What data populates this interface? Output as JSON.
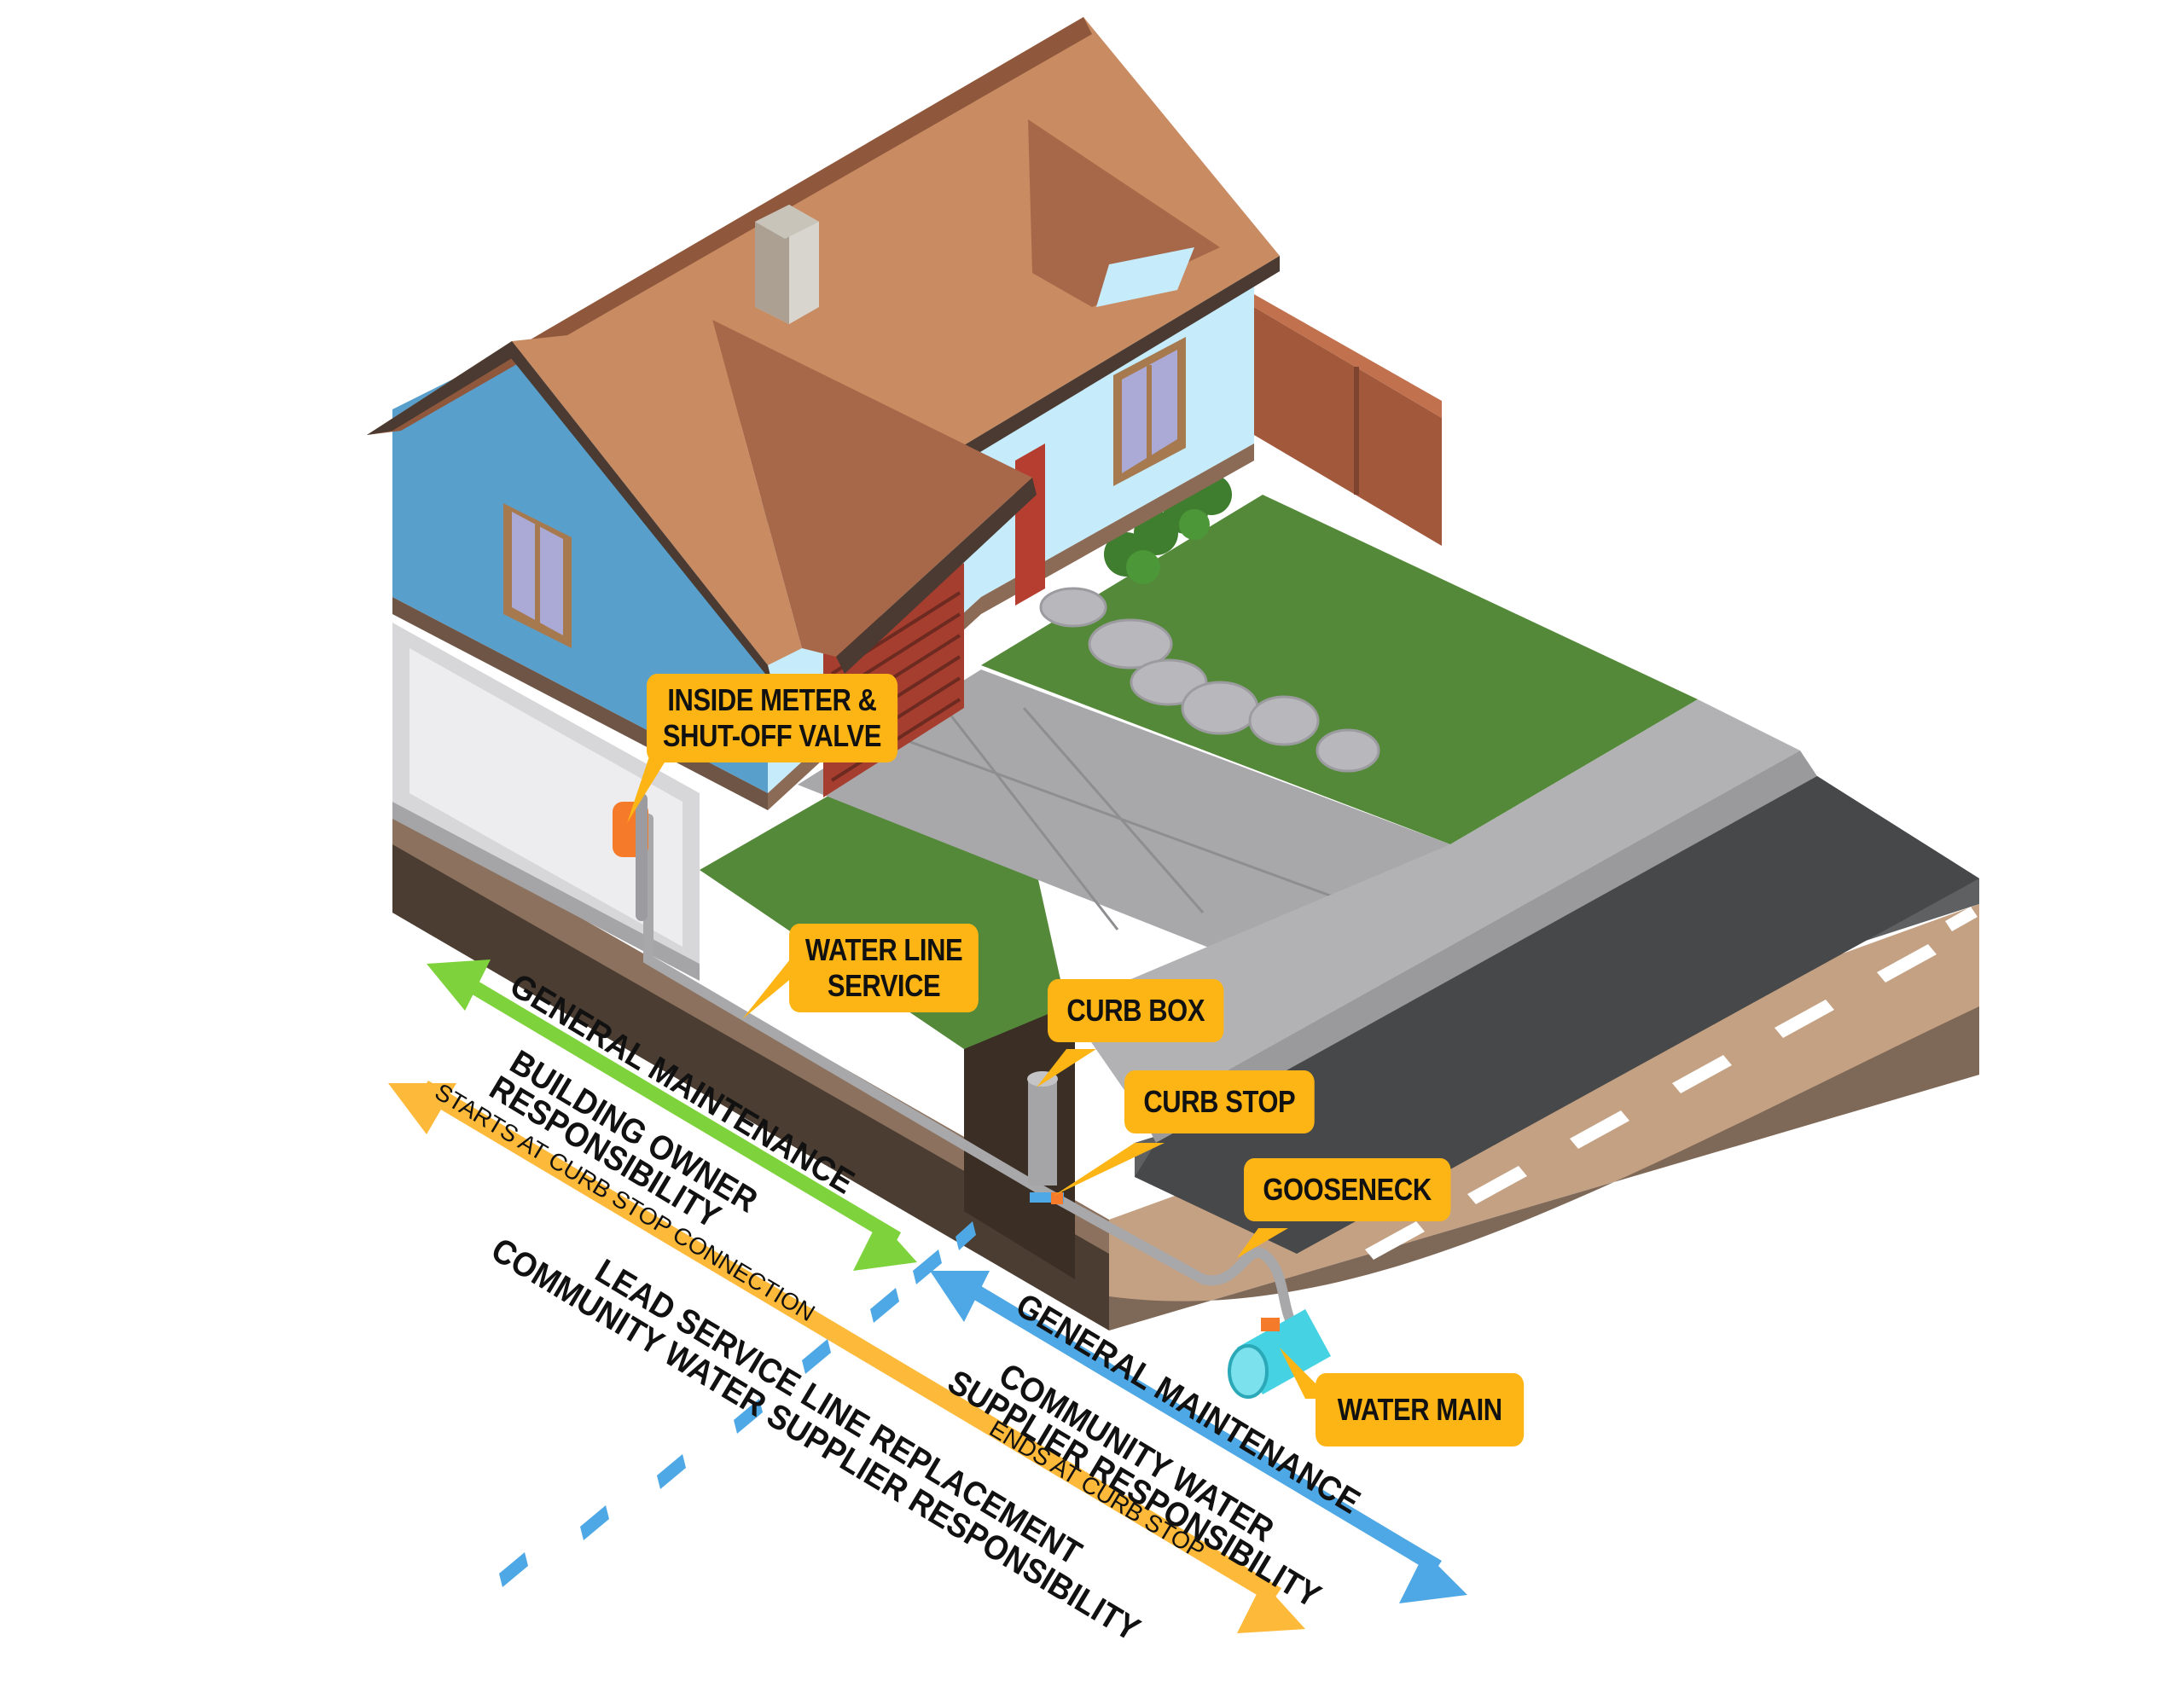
{
  "diagram": {
    "subject": "Residential water service line responsibility diagram",
    "colors": {
      "callout": "#FDB515",
      "owner_arrow": "#7ED23C",
      "supplier_arrow": "#4FA8E6",
      "lead_arrow": "#FDB93A",
      "roof": "#C98B62",
      "wall_dark": "#58A0CB",
      "wall_light": "#C6EBFA",
      "grass": "#55893A",
      "road": "#474849",
      "soil": "#8C725E",
      "water_main": "#45D2E2",
      "meter": "#F57A2A"
    }
  },
  "callouts": {
    "inside_meter": {
      "line1": "INSIDE METER &",
      "line2": "SHUT-OFF VALVE"
    },
    "water_line": {
      "line1": "WATER LINE",
      "line2": "SERVICE"
    },
    "curb_box": {
      "label": "CURB BOX"
    },
    "curb_stop": {
      "label": "CURB STOP"
    },
    "gooseneck": {
      "label": "GOOSENECK"
    },
    "water_main": {
      "label": "WATER MAIN"
    }
  },
  "bands": {
    "owner": {
      "title": "GENERAL MAINTENANCE",
      "line1": "BUILDING OWNER",
      "line2": "RESPONSIBILITY",
      "note": "STARTS AT CURB STOP CONNECTION"
    },
    "supplier": {
      "title": "GENERAL MAINTENANCE",
      "line1": "COMMUNITY WATER",
      "line2": "SUPPLIER RESPONSIBILITY",
      "note": "ENDS AT CURB STOP"
    },
    "lead": {
      "line1": "LEAD SERVICE LINE REPLACEMENT",
      "line2": "COMMUNITY WATER SUPPLIER RESPONSIBILITY"
    }
  }
}
